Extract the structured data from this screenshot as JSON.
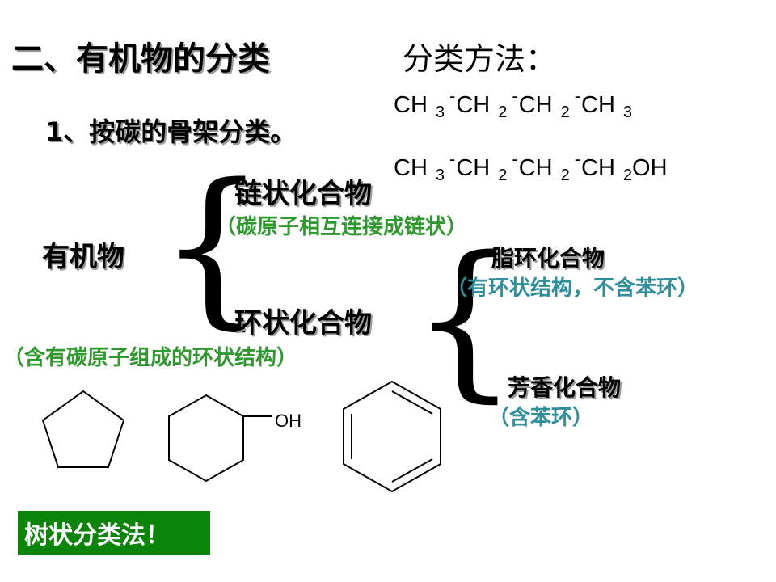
{
  "heading": {
    "title": "二、有机物的分类",
    "method_label": "分类方法：",
    "subtitle": "1、按碳的骨架分类。"
  },
  "formulas": {
    "f1": {
      "g1": "CH",
      "s1": "3",
      "b1": "-",
      "g2": "CH",
      "s2": "2",
      "b2": "-",
      "g3": "CH",
      "s3": "2",
      "b3": "-",
      "g4": "CH",
      "s4": "3"
    },
    "f2": {
      "g1": "CH",
      "s1": "3",
      "b1": "-",
      "g2": "CH",
      "s2": "2",
      "b2": "-",
      "g3": "CH",
      "s3": "2",
      "b3": "-",
      "g4": "CH",
      "s4": "2",
      "g5": "OH"
    }
  },
  "tree": {
    "root": "有机物",
    "chain": {
      "label": "链状化合物",
      "note": "（碳原子相互连接成链状）"
    },
    "ring": {
      "label": "环状化合物",
      "note": "（含有碳原子组成的环状结构）"
    },
    "alicyclic": {
      "label": "脂环化合物",
      "note": "（有环状结构，不含苯环）"
    },
    "aromatic": {
      "label": "芳香化合物",
      "note": "（含苯环）"
    }
  },
  "structures": {
    "icons": [
      "cyclopentane-structure",
      "cyclohexanol-structure",
      "benzene-structure"
    ],
    "oh_label": "OH"
  },
  "tag": {
    "label": "树状分类法！"
  },
  "colors": {
    "note_green": "#2e9a2e",
    "note_teal": "#2e8f9a",
    "tag_bg": "#0a850a"
  }
}
